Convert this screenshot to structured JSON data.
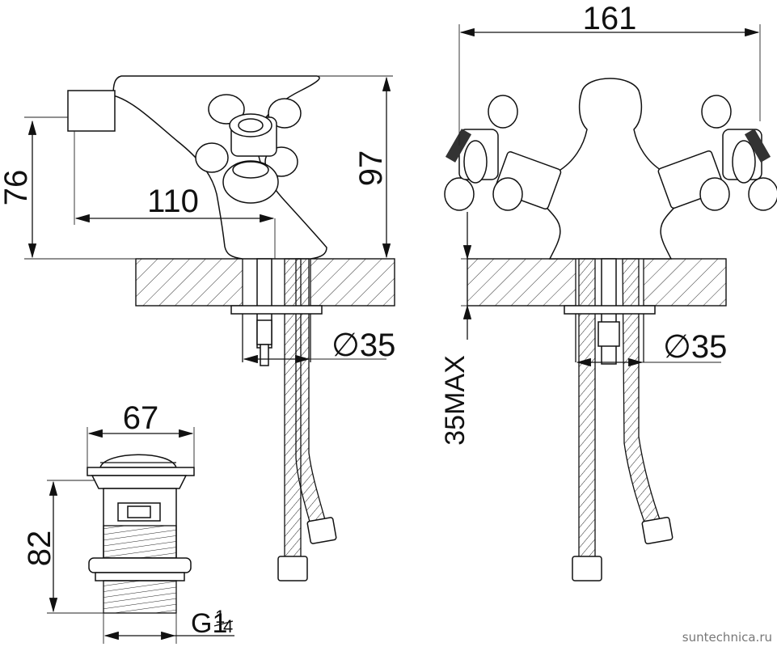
{
  "dimensions": {
    "width_overall": "161",
    "height_spout": "76",
    "reach": "110",
    "height_total": "97",
    "hole_left": "∅35",
    "hole_right": "∅35",
    "max_thickness": "35MAX",
    "drain_width": "67",
    "drain_height": "82",
    "thread_main": "G1",
    "thread_num": "1",
    "thread_den": "4"
  },
  "watermark": "suntechnica.ru"
}
